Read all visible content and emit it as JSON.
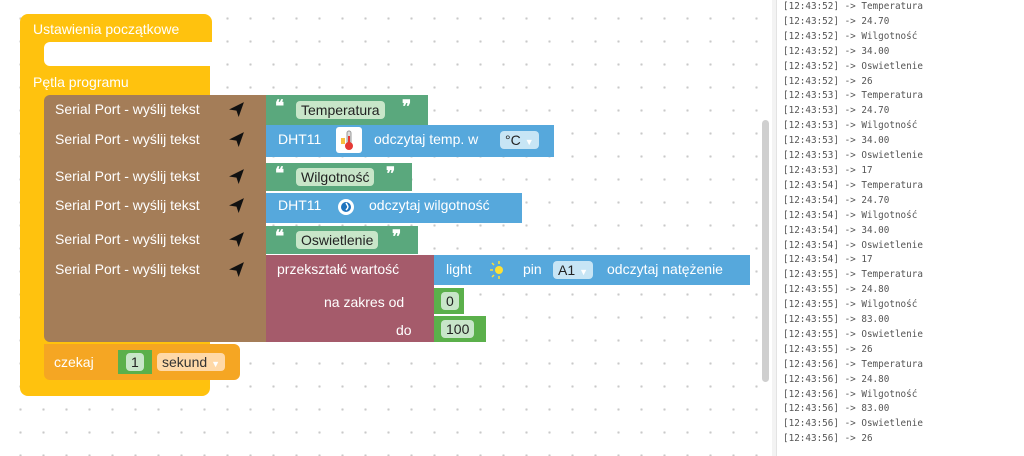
{
  "blocks": {
    "setup_label": "Ustawienia początkowe",
    "loop_label": "Pętla programu",
    "serial_label": "Serial Port - wyślij tekst",
    "text1": "Temperatura",
    "text2": "Wilgotność",
    "text3": "Oswietlenie",
    "dht_label": "DHT11",
    "read_temp": "odczytaj temp. w",
    "temp_unit": "°C",
    "read_hum": "odczytaj wilgotność",
    "map_label": "przekształć wartość",
    "light_label": "light",
    "pin_label": "pin",
    "pin_value": "A1",
    "read_light": "odczytaj natężenie",
    "range_from_label": "na zakres od",
    "range_from_value": "0",
    "range_to_label": "do",
    "range_to_value": "100",
    "wait_label": "czekaj",
    "wait_value": "1",
    "wait_unit": "sekund"
  },
  "colors": {
    "yellow": "#ffc20e",
    "brown": "#a47d58",
    "teal": "#5aa87d",
    "blue": "#56a8dc",
    "maroon": "#a55b6b",
    "green": "#5bb04b",
    "orange": "#f5a623"
  },
  "console": [
    "[12:43:52] -> Temperatura",
    "[12:43:52] -> 24.70",
    "[12:43:52] -> Wilgotność",
    "[12:43:52] -> 34.00",
    "[12:43:52] -> Oswietlenie",
    "[12:43:52] -> 26",
    "[12:43:53] -> Temperatura",
    "[12:43:53] -> 24.70",
    "[12:43:53] -> Wilgotność",
    "[12:43:53] -> 34.00",
    "[12:43:53] -> Oswietlenie",
    "[12:43:53] -> 17",
    "[12:43:54] -> Temperatura",
    "[12:43:54] -> 24.70",
    "[12:43:54] -> Wilgotność",
    "[12:43:54] -> 34.00",
    "[12:43:54] -> Oswietlenie",
    "[12:43:54] -> 17",
    "[12:43:55] -> Temperatura",
    "[12:43:55] -> 24.80",
    "[12:43:55] -> Wilgotność",
    "[12:43:55] -> 83.00",
    "[12:43:55] -> Oswietlenie",
    "[12:43:55] -> 26",
    "[12:43:56] -> Temperatura",
    "[12:43:56] -> 24.80",
    "[12:43:56] -> Wilgotność",
    "[12:43:56] -> 83.00",
    "[12:43:56] -> Oswietlenie",
    "[12:43:56] -> 26"
  ]
}
